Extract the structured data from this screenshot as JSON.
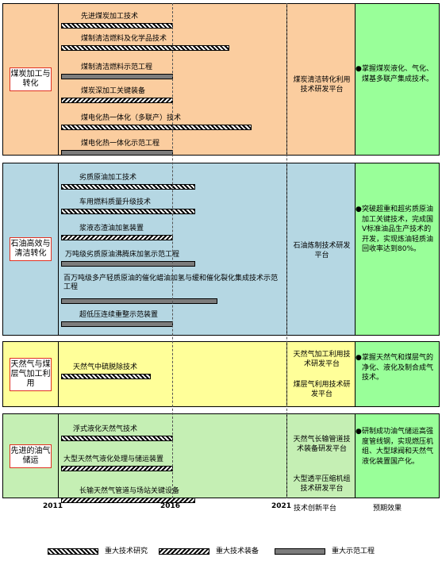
{
  "colors": {
    "coal": "#fbcd9f",
    "petroleum": "#b5d7e3",
    "gas": "#ffff99",
    "storage": "#c5efb4",
    "expected_bg": "#99ff99",
    "label_border": "#e03020"
  },
  "sections": [
    {
      "label": "煤炭加工与转化",
      "platform": [
        "煤炭清洁转化利用技术研发平台"
      ],
      "expected": "掌握煤炭液化、气化、煤基多联产集成技术。",
      "items": [
        {
          "text": "先进煤炭加工技术",
          "pattern": "research",
          "start": 2011,
          "end": 2016
        },
        {
          "text": "煤制清洁燃料及化学品技术",
          "pattern": "research",
          "start": 2011,
          "end": 2018.5
        },
        {
          "text": "煤制清洁燃料示范工程",
          "pattern": "demo",
          "start": 2011,
          "end": 2016
        },
        {
          "text": "煤炭深加工关键装备",
          "pattern": "equip",
          "start": 2011,
          "end": 2016
        },
        {
          "text": "煤电化热一体化（多联产）技术",
          "pattern": "research",
          "start": 2011,
          "end": 2019.5
        },
        {
          "text": "煤电化热一体化示范工程",
          "pattern": "demo",
          "start": 2011,
          "end": 2016
        }
      ]
    },
    {
      "label": "石油高效与清洁转化",
      "platform": [
        "石油炼制技术研发平台"
      ],
      "expected": "突破超重和超劣质原油加工关键技术，完成国Ⅴ标准油品生产技术的开发，实现炼油轻质油回收率达到80%。",
      "items": [
        {
          "text": "劣质原油加工技术",
          "pattern": "research",
          "start": 2011,
          "end": 2017
        },
        {
          "text": "车用燃料质量升级技术",
          "pattern": "research",
          "start": 2011,
          "end": 2017
        },
        {
          "text": "浆液态渣油加氢装置",
          "pattern": "equip",
          "start": 2011,
          "end": 2016
        },
        {
          "text": "万吨级劣质原油沸腾床加氢示范工程",
          "pattern": "demo",
          "start": 2011,
          "end": 2017
        },
        {
          "text": "百万吨级多产轻质原油的催化蜡油加氢与缓和催化裂化集成技术示范工程",
          "pattern": "demo",
          "start": 2011,
          "end": 2018
        },
        {
          "text": "超低压连续重整示范装置",
          "pattern": "demo",
          "start": 2011,
          "end": 2016
        }
      ]
    },
    {
      "label": "天然气与煤层气加工利用",
      "platform": [
        "天然气加工利用技术研发平台",
        "煤层气利用技术研发平台"
      ],
      "expected": "掌握天然气和煤层气的净化、液化及制合成气技术。",
      "items": [
        {
          "text": "天然气中硫脱除技术",
          "pattern": "research",
          "start": 2011,
          "end": 2015
        }
      ]
    },
    {
      "label": "先进的油气储运",
      "platform": [
        "天然气长输管道技术装备研发平台",
        "大型透平压缩机组技术研发平台"
      ],
      "expected": "研制成功油气储运高强度管线钢，实现燃压机组、大型球阀和天然气液化装置国产化。",
      "items": [
        {
          "text": "浮式液化天然气技术",
          "pattern": "research",
          "start": 2011,
          "end": 2016
        },
        {
          "text": "大型天然气液化处理与储运装置",
          "pattern": "equip",
          "start": 2011,
          "end": 2016
        },
        {
          "text": "长输天然气管道与场站关键设备",
          "pattern": "equip",
          "start": 2011,
          "end": 2017
        }
      ]
    }
  ],
  "axis": {
    "years": [
      "2011",
      "2016",
      "2021"
    ],
    "platform_header": "技术创新平台",
    "expected_header": "预期效果"
  },
  "legend": [
    {
      "pattern": "research",
      "label": "重大技术研究"
    },
    {
      "pattern": "equip",
      "label": "重大技术装备"
    },
    {
      "pattern": "demo",
      "label": "重大示范工程"
    }
  ]
}
